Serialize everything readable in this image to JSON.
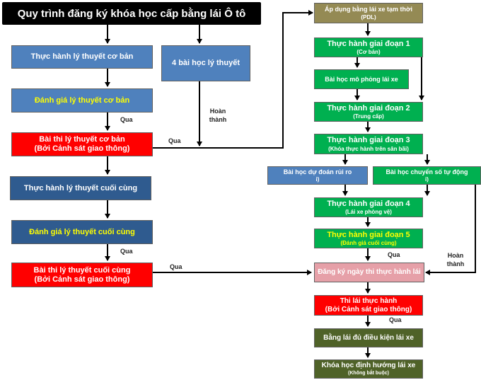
{
  "title": "Quy trình đăng ký khóa học cấp bằng lái Ô tô",
  "left": {
    "b1": "Thực hành lý thuyết cơ bản",
    "b2": "Đánh giá lý thuyết cơ bản",
    "b3": {
      "main": "Bài thi lý thuyết cơ bản",
      "sub": "(Bởi Cảnh sát giao thông)"
    },
    "b4": "Thực hành lý thuyết cuối cùng",
    "b5": "Đánh giá lý thuyết cuối cùng",
    "b6": {
      "main": "Bài thi lý thuyết cuối cùng",
      "sub": "(Bởi Cảnh sát giao thông)"
    },
    "lessons": "4 bài học lý thuyết"
  },
  "right": {
    "pdl": {
      "main": "Áp dụng bằng lái xe tạm thời",
      "sub": "(PDL)"
    },
    "s1": {
      "main": "Thực hành giai đoạn 1",
      "sub": "(Cơ bản)"
    },
    "sim": "Bài học mô phỏng lái xe",
    "s2": {
      "main": "Thực hành giai đoạn 2",
      "sub": "(Trung cấp)"
    },
    "s3": {
      "main": "Thực hành giai đoạn 3",
      "sub": "(Khóa thực hành trên sân bãi)"
    },
    "risk": {
      "main": "Bài học dự đoán rủi ro",
      "sub": "i)"
    },
    "auto": {
      "main": "Bài học chuyển số tự động",
      "sub": "i)"
    },
    "s4": {
      "main": "Thực hành giai đoạn 4",
      "sub": "(Lái xe phòng vệ)"
    },
    "s5": {
      "main": "Thực hành giai đoạn 5",
      "sub": "(Đánh giá cuối cùng)"
    },
    "register": "Đăng ký ngày thi thực hành lái",
    "test": {
      "main": "Thi lái thực hành",
      "sub": "(Bởi Cảnh sát giao thông)"
    },
    "license": "Bằng lái đủ điều kiện lái xe",
    "orient": {
      "main": "Khóa học định hướng lái xe",
      "sub": "(Không bắt buộc)"
    }
  },
  "labels": {
    "qua1": "Qua",
    "qua2": "Qua",
    "qua3": "Qua",
    "qua4": "Qua",
    "qua5": "Qua",
    "qua6": "Qua",
    "done1": "Hoàn\nthành",
    "done2": "Hoàn\nthành"
  },
  "colors": {
    "blue": "#4f81bd",
    "dark_blue": "#2f5b8f",
    "red": "#ff0000",
    "green": "#00b050",
    "olive": "#948a54",
    "pink": "#e6a0a8",
    "dark_green": "#4f6228",
    "highlight_text": "#ffff00"
  }
}
